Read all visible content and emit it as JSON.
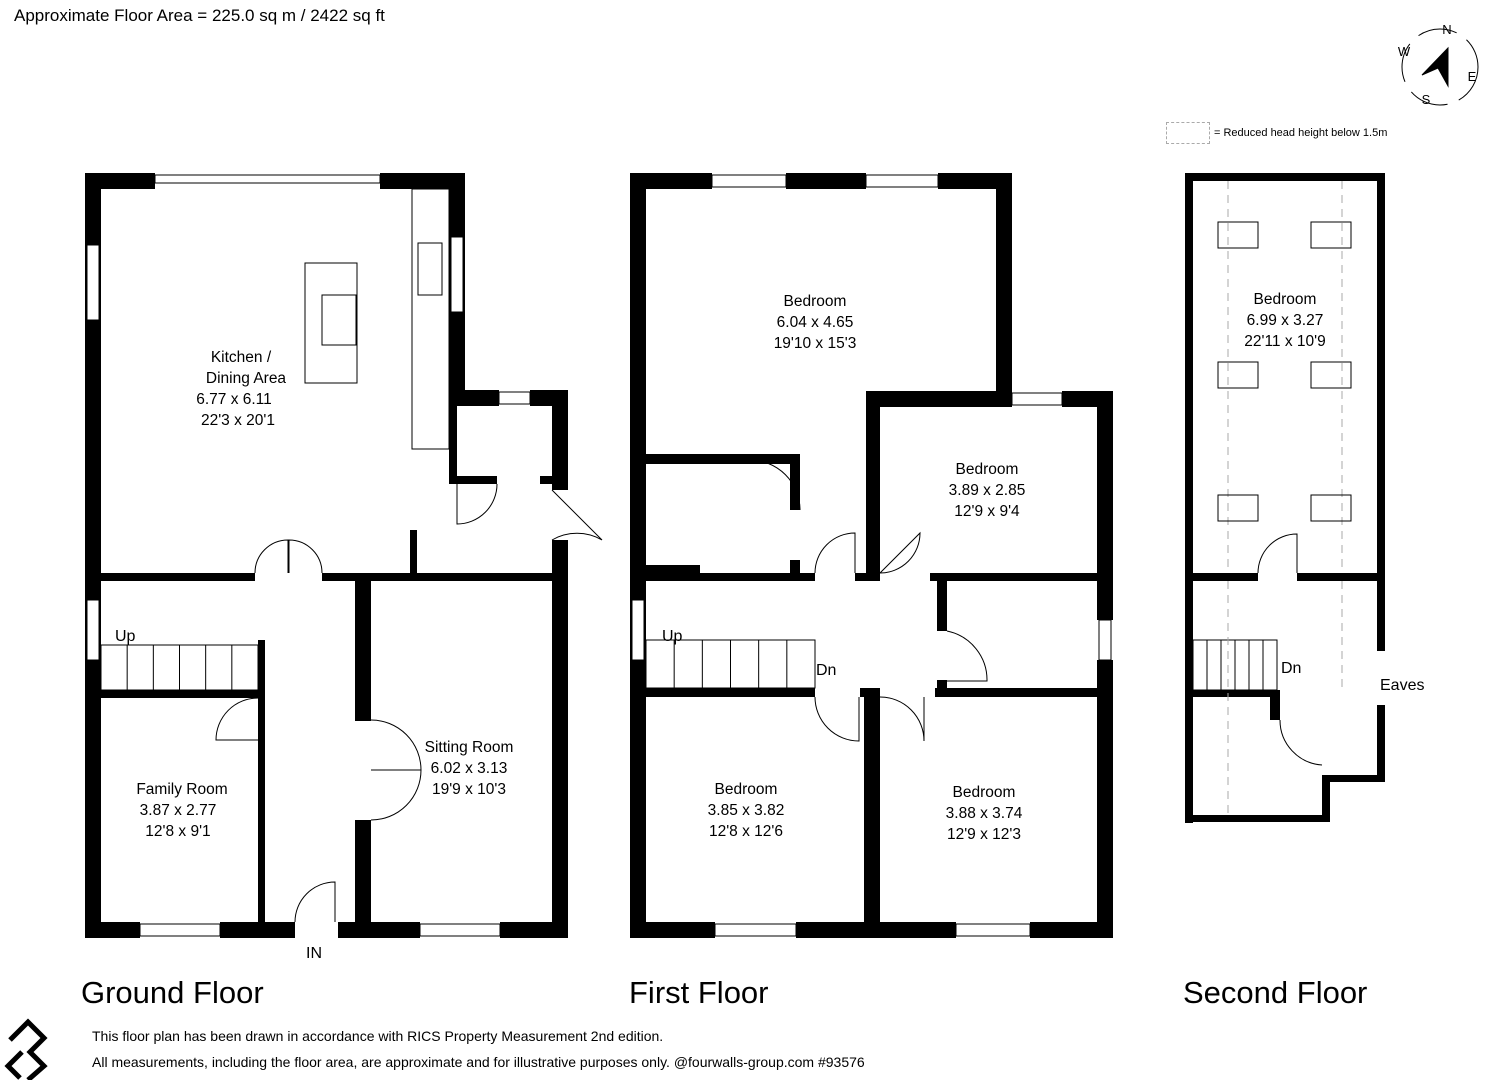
{
  "header": {
    "floor_area": "Approximate Floor Area = 225.0 sq m / 2422 sq ft"
  },
  "compass": {
    "n": "N",
    "e": "E",
    "s": "S",
    "w": "W"
  },
  "legend": {
    "text": "= Reduced head height below 1.5m"
  },
  "floors": [
    {
      "title": "Ground Floor",
      "rooms": [
        {
          "name": "Kitchen /",
          "name2": "Dining Area",
          "metric": "6.77 x 6.11",
          "imperial": "22'3 x 20'1"
        },
        {
          "name": "Family Room",
          "metric": "3.87 x 2.77",
          "imperial": "12'8 x 9'1"
        },
        {
          "name": "Sitting Room",
          "metric": "6.02 x 3.13",
          "imperial": "19'9 x 10'3"
        }
      ],
      "labels": {
        "up": "Up",
        "entrance": "IN"
      }
    },
    {
      "title": "First Floor",
      "rooms": [
        {
          "name": "Bedroom",
          "metric": "6.04 x 4.65",
          "imperial": "19'10 x 15'3"
        },
        {
          "name": "Bedroom",
          "metric": "3.89 x 2.85",
          "imperial": "12'9 x 9'4"
        },
        {
          "name": "Bedroom",
          "metric": "3.85 x 3.82",
          "imperial": "12'8 x 12'6"
        },
        {
          "name": "Bedroom",
          "metric": "3.88 x 3.74",
          "imperial": "12'9 x 12'3"
        }
      ],
      "labels": {
        "up": "Up",
        "down": "Dn"
      }
    },
    {
      "title": "Second Floor",
      "rooms": [
        {
          "name": "Bedroom",
          "metric": "6.99 x 3.27",
          "imperial": "22'11 x 10'9"
        }
      ],
      "labels": {
        "down": "Dn",
        "eaves": "Eaves"
      }
    }
  ],
  "footer": {
    "line1": "This floor plan has been drawn in accordance with RICS Property Measurement 2nd edition.",
    "line2": "All measurements, including the floor area, are approximate and for illustrative purposes only. @fourwalls-group.com #93576",
    "logo": "fourwalls"
  }
}
